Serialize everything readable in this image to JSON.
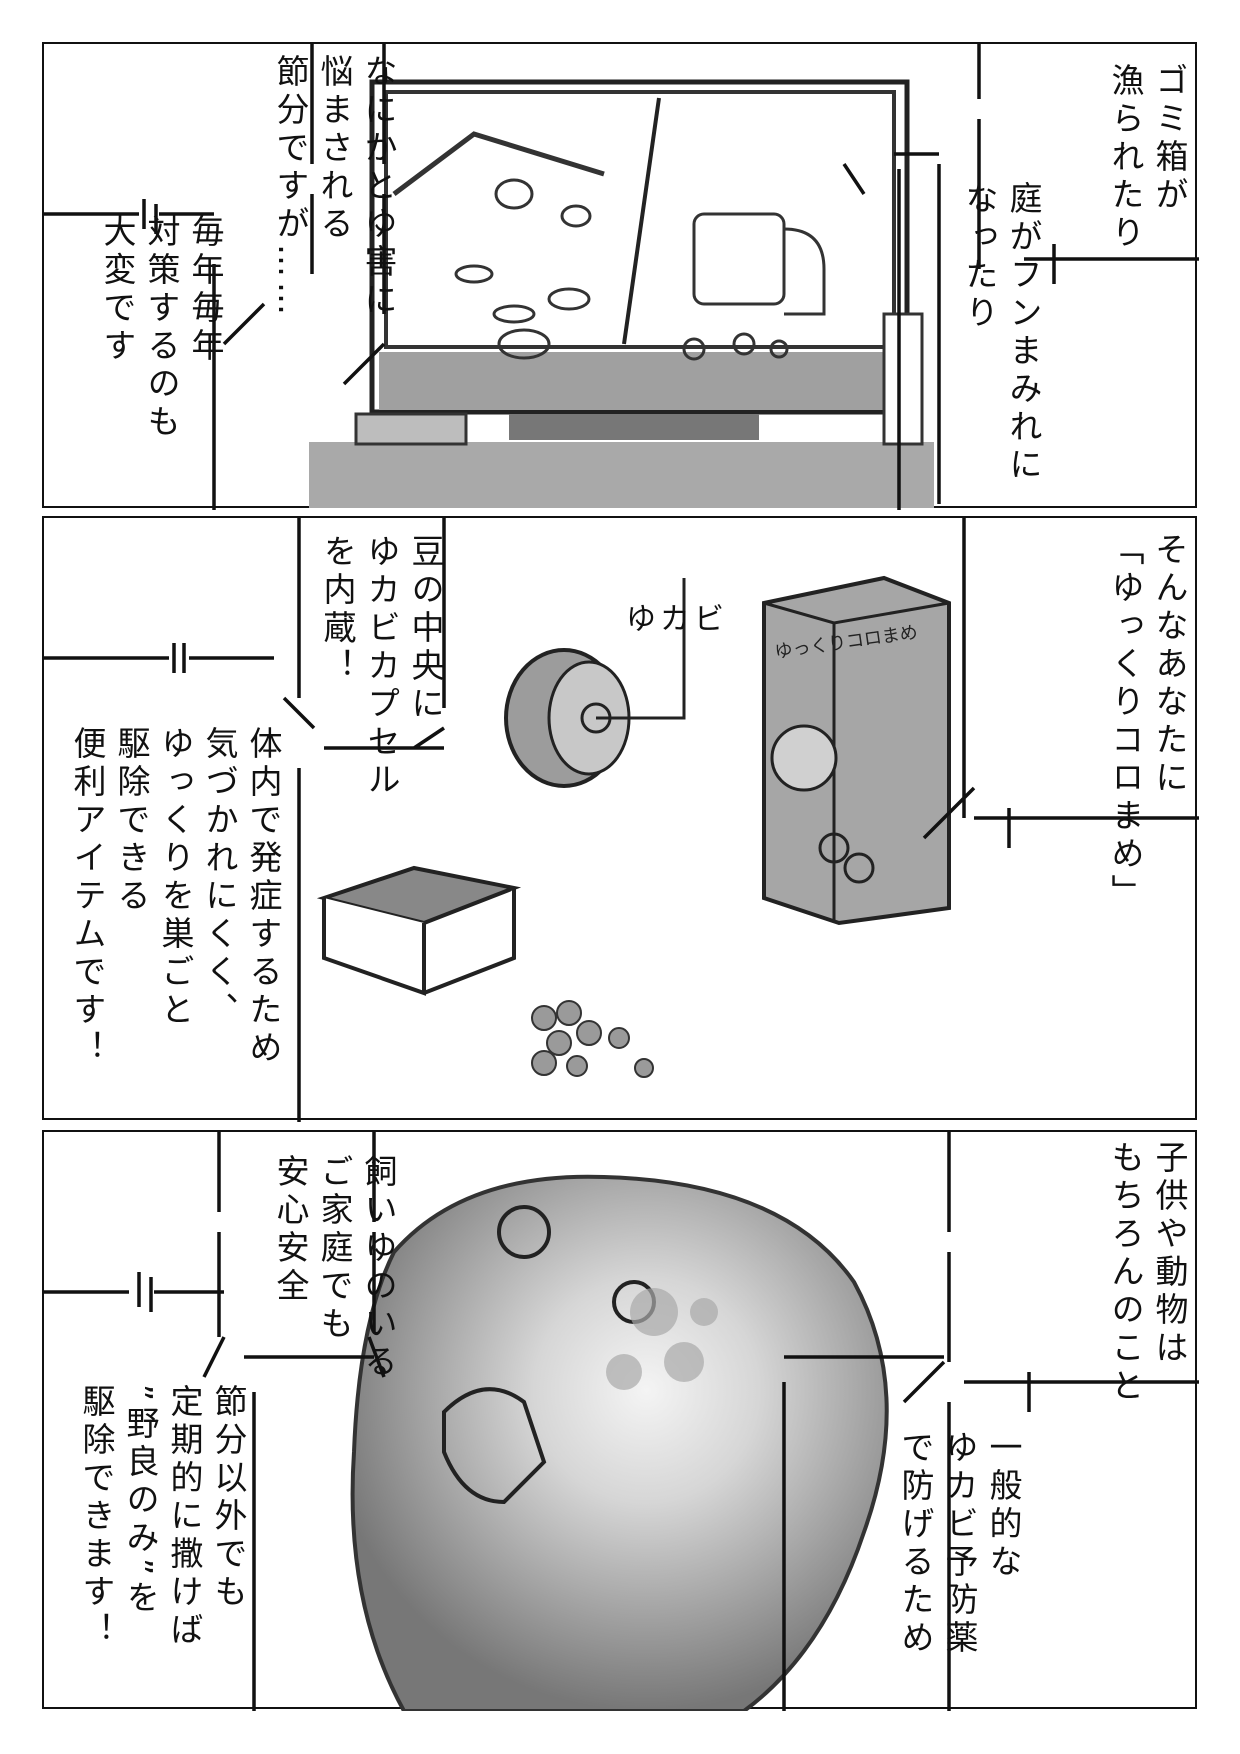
{
  "panels": [
    {
      "captions": [
        {
          "lines": [
            "なにかとゆ害に",
            "悩まされる",
            "節分ですが……"
          ]
        },
        {
          "lines": [
            "毎年毎年",
            "対策するのも",
            "大変です"
          ]
        },
        {
          "lines": [
            "ゴミ箱が",
            "漁られたり"
          ]
        },
        {
          "lines": [
            "庭がフンまみれに",
            "なったり"
          ]
        }
      ]
    },
    {
      "captions": [
        {
          "lines": [
            "豆の中央に",
            "ゆカビカプセル",
            "を内蔵！"
          ]
        },
        {
          "lines": [
            "体内で発症するため",
            "気づかれにくく、",
            "ゆっくりを巣ごと",
            "駆除できる",
            "便利アイテムです！"
          ]
        },
        {
          "lines": [
            "そんなあなたに",
            "「ゆっくりコロまめ」"
          ]
        }
      ],
      "label": "ゆカビ",
      "box_logo": "ゆっくりコロまめ"
    },
    {
      "captions": [
        {
          "lines": [
            "飼いゆのいる",
            "ご家庭でも",
            "安心安全"
          ]
        },
        {
          "lines": [
            "節分以外でも",
            "定期的に撒けば",
            "”野良のみ”を",
            "駆除できます！"
          ]
        },
        {
          "lines": [
            "子供や動物は",
            "もちろんのこと"
          ]
        },
        {
          "lines": [
            "一般的な",
            "ゆカビ予防薬",
            "で防げるため"
          ]
        }
      ]
    }
  ],
  "colors": {
    "ink": "#111111",
    "wash": "#9a9a9a",
    "wash_dark": "#6e6e6e",
    "wash_light": "#c8c8c8"
  }
}
